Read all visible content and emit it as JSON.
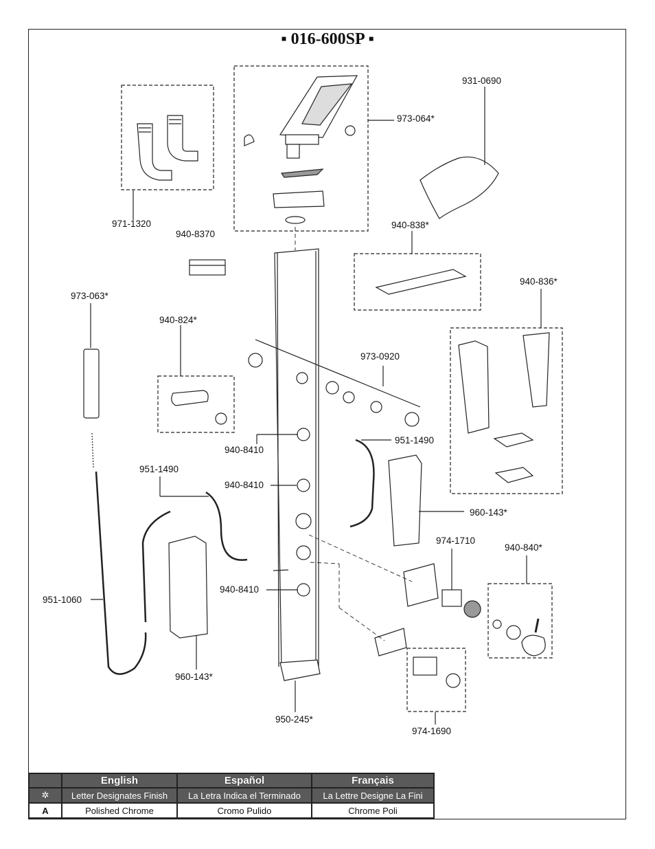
{
  "title": "▪ 016-600SP ▪",
  "parts": {
    "p971_1320": "971-1320",
    "p973_064": "973-064*",
    "p931_0690": "931-0690",
    "p940_8370": "940-8370",
    "p940_838": "940-838*",
    "p940_836": "940-836*",
    "p973_063": "973-063*",
    "p940_824": "940-824*",
    "p973_0920": "973-0920",
    "p951_1490_right": "951-1490",
    "p940_8410_a": "940-8410",
    "p951_1490_left": "951-1490",
    "p940_8410_b": "940-8410",
    "p960_143_right": "960-143*",
    "p974_1710": "974-1710",
    "p940_840": "940-840*",
    "p951_1060": "951-1060",
    "p940_8410_c": "940-8410",
    "p960_143_left": "960-143*",
    "p950_245": "950-245*",
    "p974_1690": "974-1690"
  },
  "legend": {
    "headers": [
      "",
      "English",
      "Español",
      "Français"
    ],
    "note_row": [
      "✲",
      "Letter Designates Finish",
      "La Letra Indica el Terminado",
      "La Lettre Designe La Fini"
    ],
    "finish_row": [
      "A",
      "Polished Chrome",
      "Cromo Pulido",
      "Chrome Poli"
    ]
  }
}
